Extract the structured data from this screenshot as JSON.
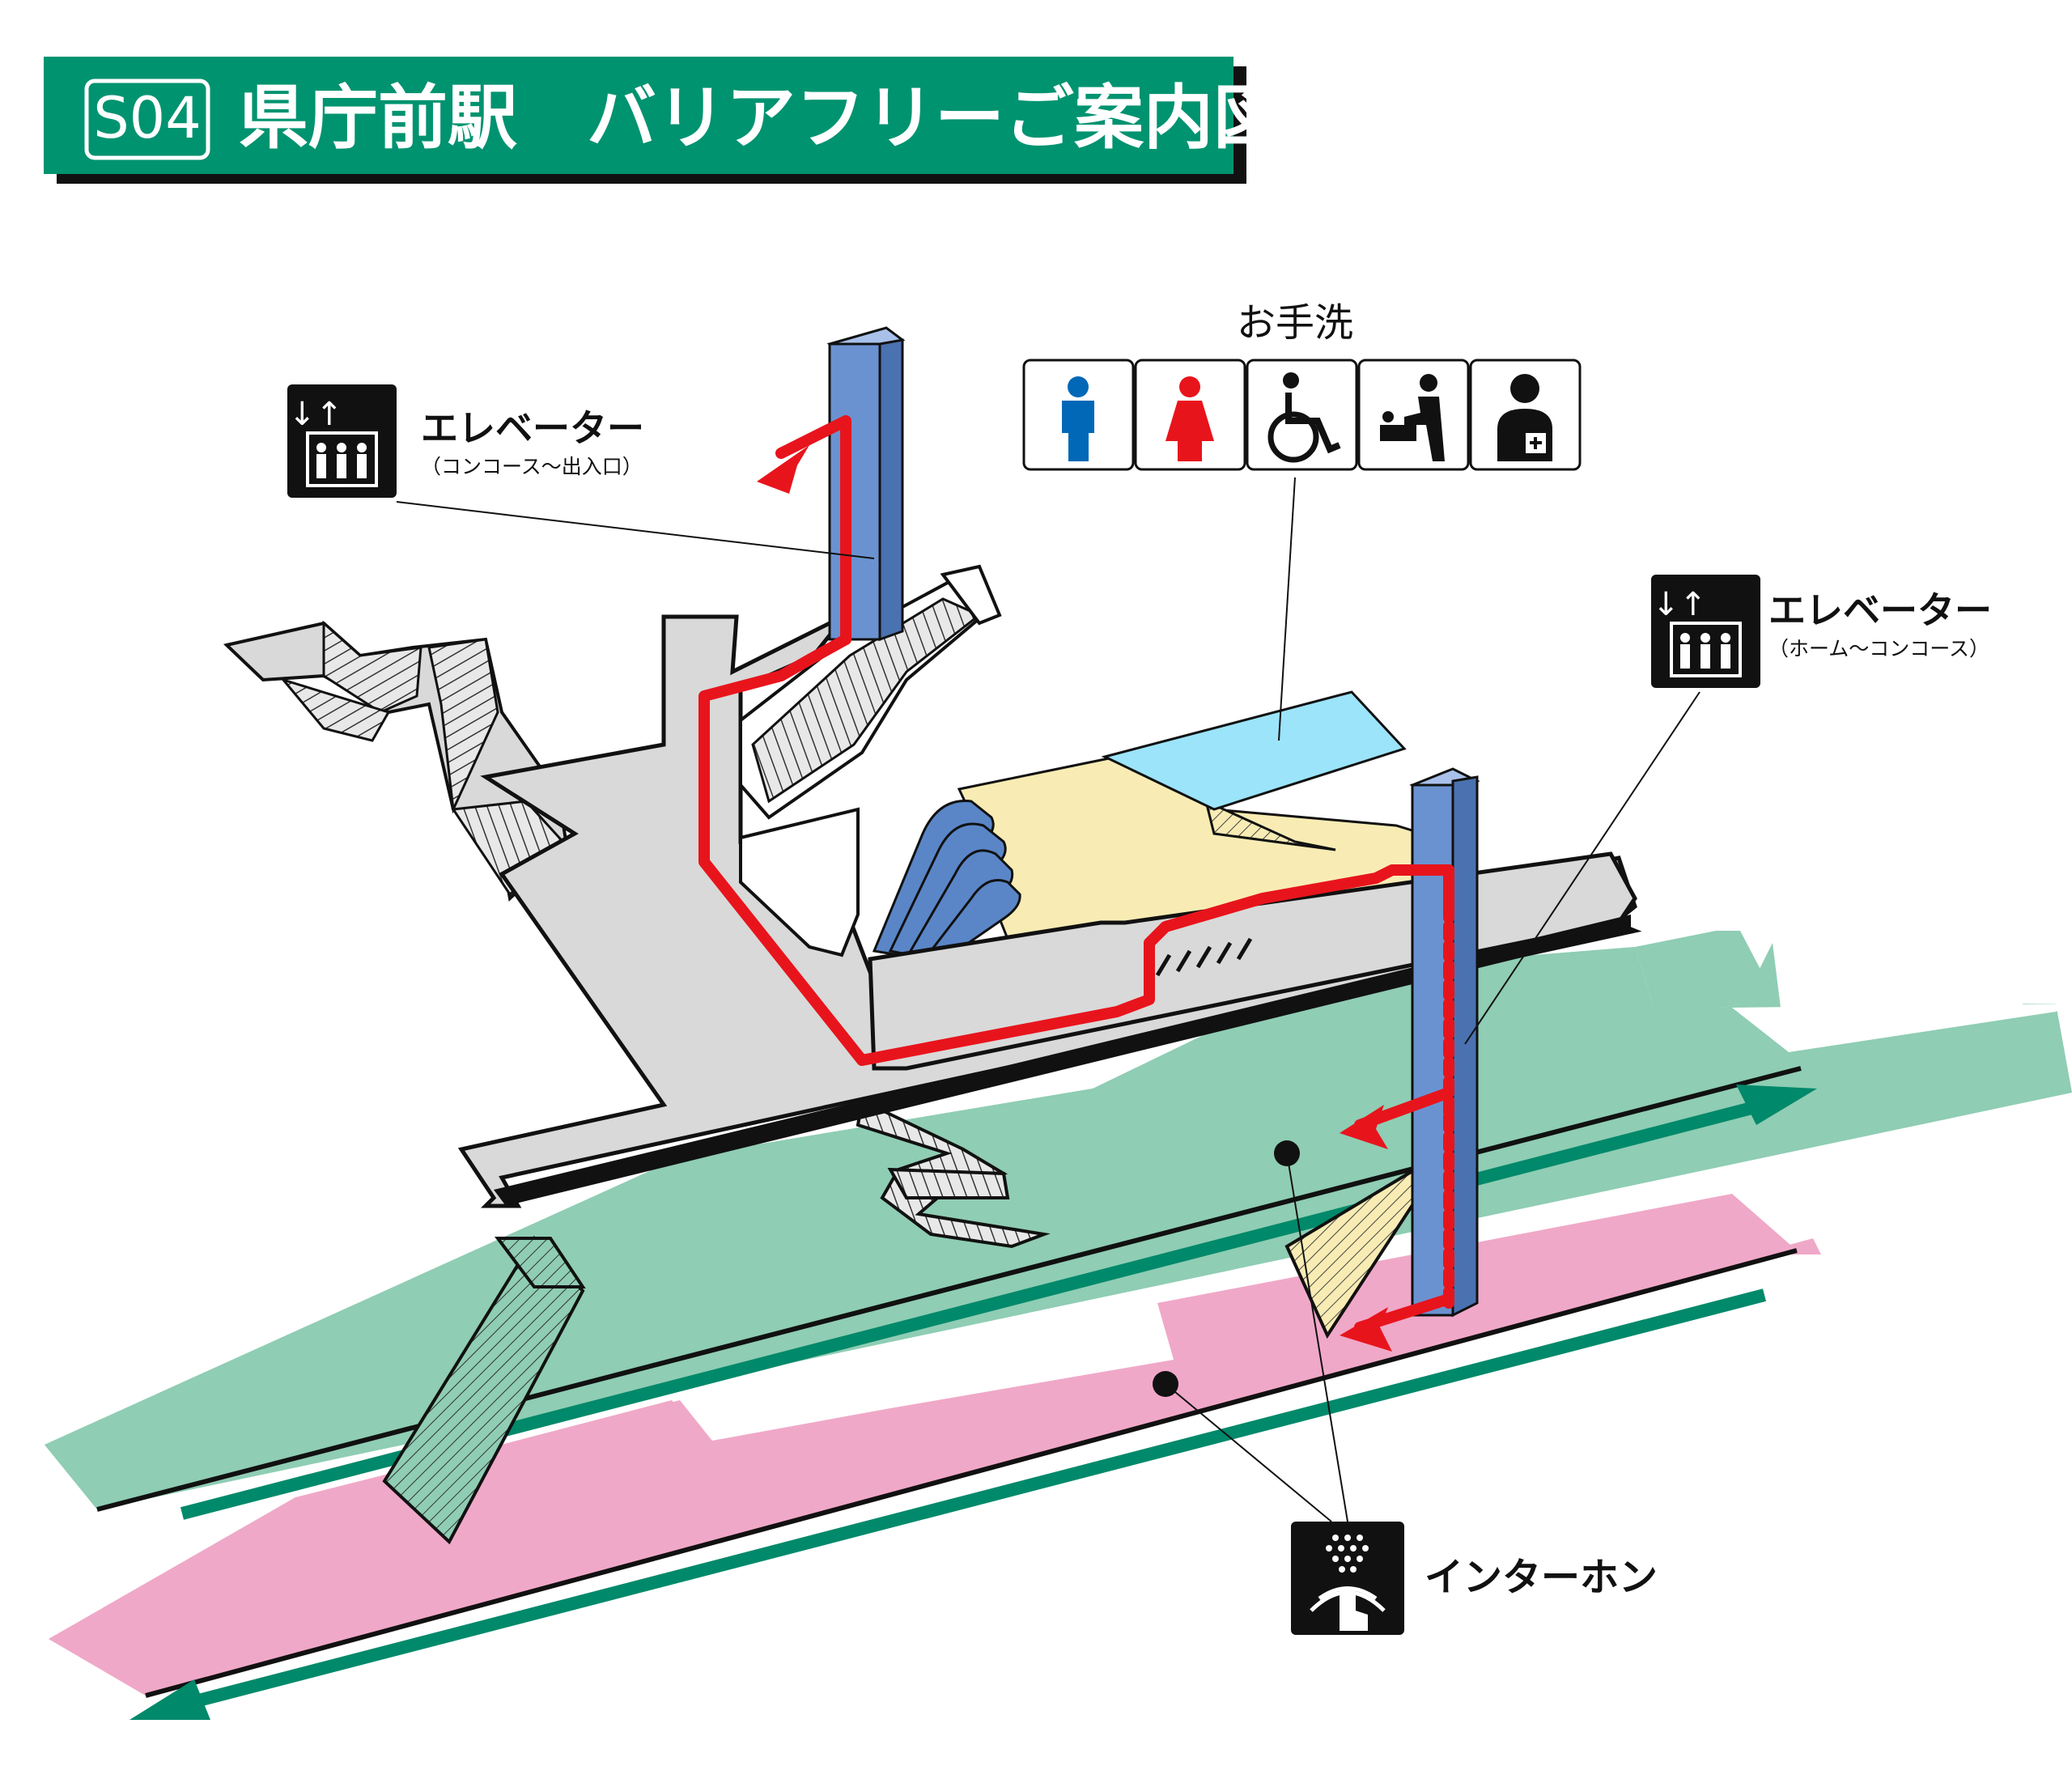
{
  "header": {
    "station_code": "S04",
    "title": "県庁前駅　バリアフリーご案内図"
  },
  "labels": {
    "elevator_entrance": {
      "title": "エレベーター",
      "subtitle": "（コンコース〜出入口）"
    },
    "elevator_platform": {
      "title": "エレベーター",
      "subtitle": "（ホーム〜コンコース）"
    },
    "restroom": "お手洗",
    "intercom": "インターホン"
  },
  "restroom_icons": [
    "men-icon",
    "women-icon",
    "wheelchair-icon",
    "baby-changing-icon",
    "ostomate-icon"
  ],
  "colors": {
    "header_green": "#009370",
    "platform_green": "#8fcdb4",
    "platform_pink": "#f0a8c8",
    "concourse_gray": "#d9d9d9",
    "route_red": "#e8141c",
    "elevator_blue": "#6b92d0",
    "gate_blue": "#5a86c8",
    "yellow_area": "#f8ecb4",
    "restroom_cyan": "#9ce4fa",
    "green_area": "#7db870",
    "men_blue": "#0068b7",
    "women_red": "#e8141c",
    "track_arrow_green": "#00896a"
  }
}
